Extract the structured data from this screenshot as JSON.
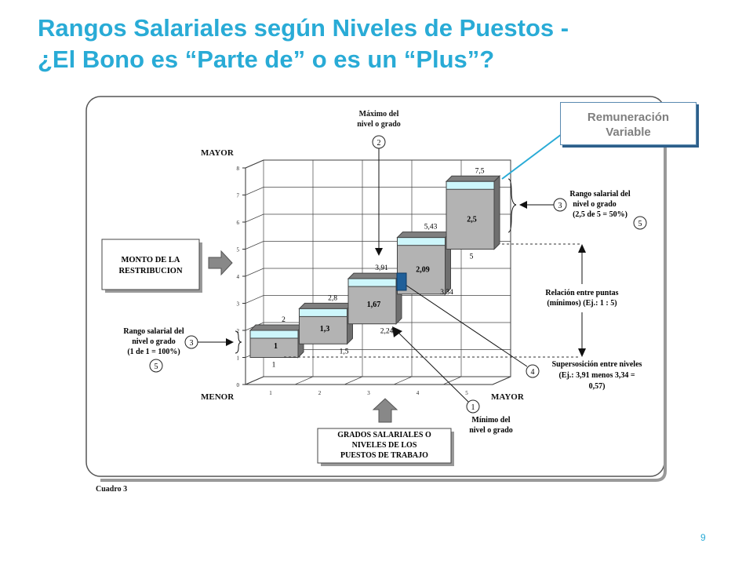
{
  "title": {
    "line1": "Rangos Salariales según Niveles de Puestos -",
    "line2": "¿El Bono es “Parte de” o es un “Plus”?"
  },
  "page_number": "9",
  "colors": {
    "title": "#29abd6",
    "box_top": "#7f7f7f",
    "box_front": "#b3b3b3",
    "box_band": "#cdf6fb",
    "marker": "#1f5f99"
  },
  "callout": {
    "line1": "Remuneración",
    "line2": "Variable"
  },
  "axes": {
    "y_top_label": "MAYOR",
    "y_bottom_label": "MENOR",
    "x_right_label": "MAYOR",
    "y_ticks": [
      "0",
      "1",
      "2",
      "3",
      "4",
      "5",
      "6",
      "7",
      "8"
    ],
    "x_ticks": [
      "1",
      "2",
      "3",
      "4",
      "5"
    ]
  },
  "chart_data": {
    "type": "bar",
    "categories": [
      "1",
      "2",
      "3",
      "4",
      "5"
    ],
    "min": [
      1,
      1.5,
      2.24,
      3.34,
      5
    ],
    "max": [
      2,
      2.8,
      3.91,
      5.43,
      7.5
    ],
    "min_labels": [
      "1",
      "1,5",
      "2,24",
      "3,34",
      "5"
    ],
    "max_labels": [
      "2",
      "2,8",
      "3,91",
      "5,43",
      "7,5"
    ],
    "range_labels": [
      "1",
      "1,3",
      "1,67",
      "2,09",
      "2,5"
    ],
    "ylim": [
      0,
      8
    ]
  },
  "annotations": {
    "max_title1": "Máximo del",
    "max_title2": "nivel o grado",
    "monto1": "MONTO DE LA",
    "monto2": "RESTRIBUCION",
    "grados1": "GRADOS SALARIALES O",
    "grados2": "NIVELES DE LOS",
    "grados3": "PUESTOS DE TRABAJO",
    "rango_left1": "Rango salarial del",
    "rango_left2": "nivel o grado",
    "rango_left3": "(1 de 1 = 100%)",
    "rango_right1": "Rango salarial del",
    "rango_right2": "nivel o grado",
    "rango_right3": "(2,5 de 5 = 50%)",
    "relacion1": "Relación entre puntas",
    "relacion2": "(mínimos) (Ej.: 1 : 5)",
    "super1": "Supersosición entre niveles",
    "super2": "(Ej.: 3,91 menos 3,34 =",
    "super3": "0,57)",
    "minimo1": "Mínimo del",
    "minimo2": "nivel o grado",
    "cuadro": "Cuadro 3",
    "c1": "1",
    "c2": "2",
    "c3": "3",
    "c4": "4",
    "c5": "5"
  }
}
